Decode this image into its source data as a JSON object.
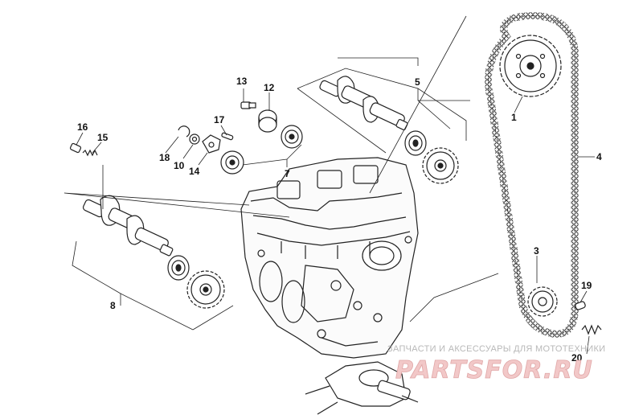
{
  "diagram": {
    "callouts": [
      {
        "id": "c1",
        "text": "1"
      },
      {
        "id": "c3",
        "text": "3"
      },
      {
        "id": "c4",
        "text": "4"
      },
      {
        "id": "c5",
        "text": "5"
      },
      {
        "id": "c7",
        "text": "7"
      },
      {
        "id": "c8",
        "text": "8"
      },
      {
        "id": "c10",
        "text": "10"
      },
      {
        "id": "c12",
        "text": "12"
      },
      {
        "id": "c13",
        "text": "13"
      },
      {
        "id": "c14",
        "text": "14"
      },
      {
        "id": "c15",
        "text": "15"
      },
      {
        "id": "c16",
        "text": "16"
      },
      {
        "id": "c17",
        "text": "17"
      },
      {
        "id": "c18",
        "text": "18"
      },
      {
        "id": "c19",
        "text": "19"
      },
      {
        "id": "c20",
        "text": "20"
      }
    ]
  },
  "watermark": {
    "tagline": "ЗАПЧАСТИ И АКСЕССУАРЫ ДЛЯ МОТОТЕХНИКИ",
    "brand": "PARTSFOR.RU",
    "color": "#e0a7a7"
  }
}
